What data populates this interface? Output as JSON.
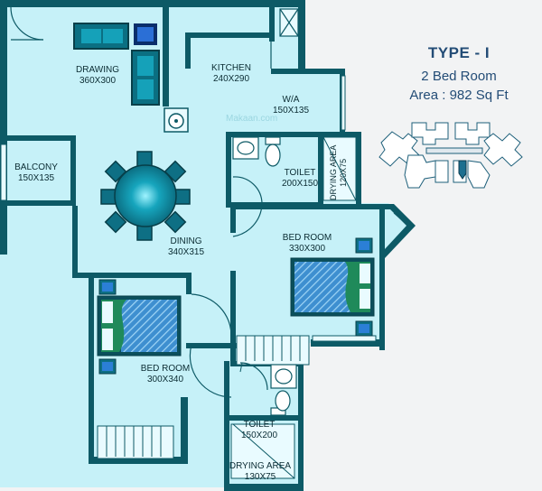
{
  "header": {
    "title": "TYPE - I",
    "subtitle": "2  Bed Room",
    "area": "Area : 982 Sq Ft"
  },
  "rooms": {
    "drawing": {
      "name": "DRAWING",
      "size": "360X300"
    },
    "kitchen": {
      "name": "KITCHEN",
      "size": "240X290"
    },
    "wa": {
      "name": "W/A",
      "size": "150X135"
    },
    "balcony": {
      "name": "BALCONY",
      "size": "150X135"
    },
    "toilet_top": {
      "name": "TOILET",
      "size": "200X150"
    },
    "drying_top": {
      "name": "DRYING AREA",
      "size": "120X75"
    },
    "dining": {
      "name": "DINING",
      "size": "340X315"
    },
    "bedroom_right": {
      "name": "BED ROOM",
      "size": "330X300"
    },
    "bedroom_left": {
      "name": "BED ROOM",
      "size": "300X340"
    },
    "toilet_bottom": {
      "name": "TOILET",
      "size": "150X200"
    },
    "drying_bottom": {
      "name": "DRYING AREA",
      "size": "130X75"
    }
  },
  "colors": {
    "floor": "#c6f1f8",
    "wall": "#0d5a66",
    "wall_edge": "#083e47",
    "furniture": "#0f7f96",
    "bed_stripe": "#4aa3d6",
    "plant": "#1f8a5a",
    "keyplan": "#ffffff",
    "keyplan_highlight": "#1d6f8f",
    "heading": "#234c76"
  },
  "watermark": "Makaan.com"
}
